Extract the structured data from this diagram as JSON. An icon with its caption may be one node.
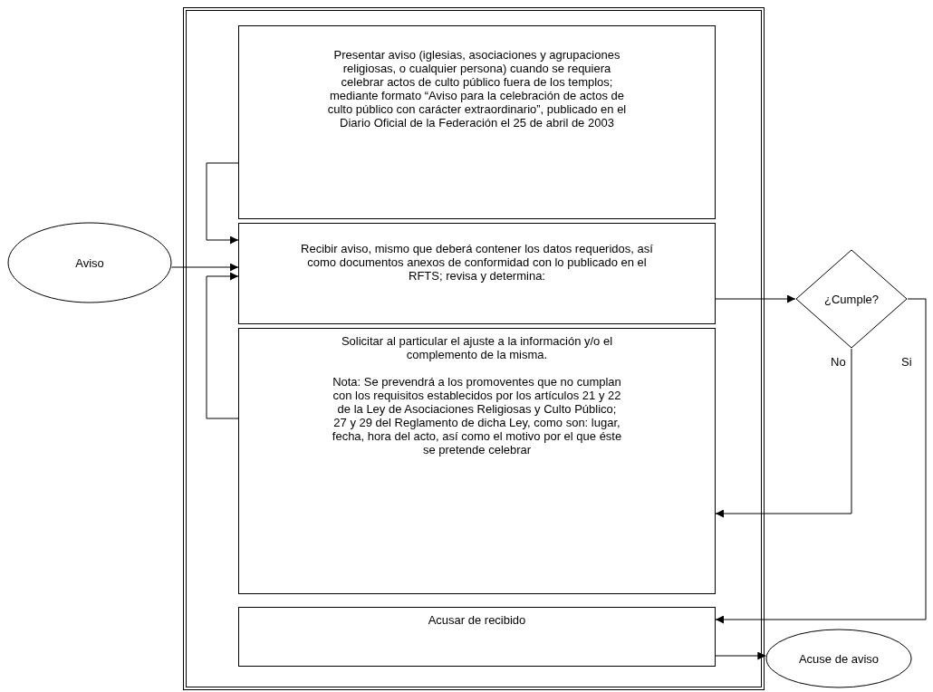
{
  "diagram": {
    "nodes": [
      {
        "text": [],
        "shape": "box"
      },
      {
        "text": [
          "Presentar aviso (iglesias, asociaciones y agrupaciones religiosas, o cualquier persona) cuando se requiera celebrar actos de culto público fuera de los templos; mediante formato “Aviso para la celebración de actos de culto público con carácter extraordinario”, publicado en el Diario Oficial de la Federación el 25 de abril de 2003"
        ],
        "in": 0
      },
      {
        "text": [
          "Recibir aviso, mismo que deberá contener los datos requeridos, así como documentos anexos de conformidad con lo publicado en el RFTS; revisa y determina:"
        ],
        "in": 0
      },
      {
        "text": [
          "Solicitar al particular el ajuste a la información y/o el complemento de la misma.",
          "Nota: Se prevendrá a los promoventes que no cumplan con los requisitos establecidos por los artículos 21 y 22 de la Ley de Asociaciones Religiosas y Culto Público; 27 y 29 del Reglamento de dicha Ley, como son: lugar, fecha, hora del acto, así como el motivo por el que éste se pretende celebrar"
        ],
        "in": 0
      },
      {
        "text": [
          "Acusar de recibido"
        ],
        "in": 0
      },
      {
        "text": [
          "Aviso"
        ]
      },
      {
        "text": [
          "¿Cumple?"
        ]
      },
      {
        "text": [
          "Acuse de aviso"
        ]
      }
    ],
    "edges": [
      {
        "from": 1,
        "to": 2,
        "arrow": "to"
      },
      {
        "from": 5,
        "to": 2,
        "arrow": "to"
      },
      {
        "from": 2,
        "to": 6,
        "arrow": "to"
      },
      {
        "from": 6,
        "to": 3,
        "arrow": "to",
        "label": "No"
      },
      {
        "from": 6,
        "to": 4,
        "arrow": "to",
        "label": "Si"
      },
      {
        "from": 3,
        "to": 2,
        "arrow": "to"
      },
      {
        "from": 4,
        "to": 7,
        "arrow": "to"
      }
    ]
  }
}
